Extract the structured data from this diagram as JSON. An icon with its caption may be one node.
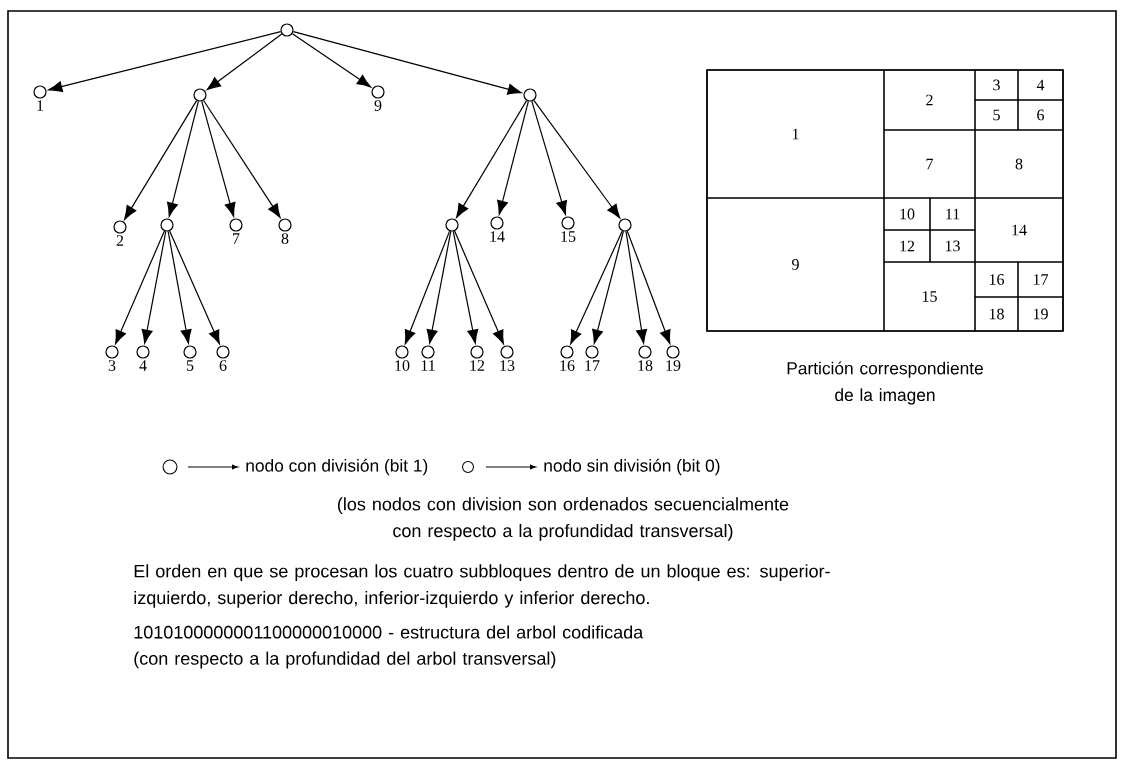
{
  "diagram": {
    "nodes": [
      {
        "text": [],
        "shape": "circle"
      },
      {
        "text": [
          "1"
        ]
      },
      {
        "text": [],
        "shape": "circle"
      },
      {
        "text": [
          "9"
        ]
      },
      {
        "text": [],
        "shape": "circle"
      },
      {
        "text": [
          "2"
        ]
      },
      {
        "text": [],
        "shape": "circle"
      },
      {
        "text": [
          "7"
        ]
      },
      {
        "text": [
          "8"
        ]
      },
      {
        "text": [],
        "shape": "circle"
      },
      {
        "text": [
          "14"
        ]
      },
      {
        "text": [
          "15"
        ]
      },
      {
        "text": [],
        "shape": "circle"
      },
      {
        "text": [
          "3"
        ]
      },
      {
        "text": [
          "4"
        ]
      },
      {
        "text": [
          "5"
        ]
      },
      {
        "text": [
          "6"
        ]
      },
      {
        "text": [
          "10"
        ]
      },
      {
        "text": [
          "11"
        ]
      },
      {
        "text": [
          "12"
        ]
      },
      {
        "text": [
          "13"
        ]
      },
      {
        "text": [
          "16"
        ]
      },
      {
        "text": [
          "17"
        ]
      },
      {
        "text": [
          "18"
        ]
      },
      {
        "text": [
          "19"
        ]
      },
      {
        "text": [],
        "shape": "box",
        "beside": [
          "Partición correspondiente de la imagen"
        ]
      },
      {
        "text": [
          "1"
        ],
        "in": 25
      },
      {
        "text": [
          "2"
        ],
        "in": 25
      },
      {
        "text": [
          "3"
        ],
        "in": 25
      },
      {
        "text": [
          "4"
        ],
        "in": 25
      },
      {
        "text": [
          "5"
        ],
        "in": 25
      },
      {
        "text": [
          "6"
        ],
        "in": 25
      },
      {
        "text": [
          "7"
        ],
        "in": 25
      },
      {
        "text": [
          "8"
        ],
        "in": 25
      },
      {
        "text": [
          "9"
        ],
        "in": 25
      },
      {
        "text": [
          "10"
        ],
        "in": 25
      },
      {
        "text": [
          "11"
        ],
        "in": 25
      },
      {
        "text": [
          "12"
        ],
        "in": 25
      },
      {
        "text": [
          "13"
        ],
        "in": 25
      },
      {
        "text": [
          "14"
        ],
        "in": 25
      },
      {
        "text": [
          "15"
        ],
        "in": 25
      },
      {
        "text": [
          "16"
        ],
        "in": 25
      },
      {
        "text": [
          "17"
        ],
        "in": 25
      },
      {
        "text": [
          "18"
        ],
        "in": 25
      },
      {
        "text": [
          "19"
        ],
        "in": 25
      }
    ],
    "edges": [
      {
        "from": 0,
        "to": 1,
        "arrow": "to"
      },
      {
        "from": 0,
        "to": 2,
        "arrow": "to"
      },
      {
        "from": 0,
        "to": 3,
        "arrow": "to"
      },
      {
        "from": 0,
        "to": 4,
        "arrow": "to"
      },
      {
        "from": 2,
        "to": 5,
        "arrow": "to"
      },
      {
        "from": 2,
        "to": 6,
        "arrow": "to"
      },
      {
        "from": 2,
        "to": 7,
        "arrow": "to"
      },
      {
        "from": 2,
        "to": 8,
        "arrow": "to"
      },
      {
        "from": 4,
        "to": 9,
        "arrow": "to"
      },
      {
        "from": 4,
        "to": 10,
        "arrow": "to"
      },
      {
        "from": 4,
        "to": 11,
        "arrow": "to"
      },
      {
        "from": 4,
        "to": 12,
        "arrow": "to"
      },
      {
        "from": 6,
        "to": 13,
        "arrow": "to"
      },
      {
        "from": 6,
        "to": 14,
        "arrow": "to"
      },
      {
        "from": 6,
        "to": 15,
        "arrow": "to"
      },
      {
        "from": 6,
        "to": 16,
        "arrow": "to"
      },
      {
        "from": 9,
        "to": 17,
        "arrow": "to"
      },
      {
        "from": 9,
        "to": 18,
        "arrow": "to"
      },
      {
        "from": 9,
        "to": 19,
        "arrow": "to"
      },
      {
        "from": 9,
        "to": 20,
        "arrow": "to"
      },
      {
        "from": 12,
        "to": 21,
        "arrow": "to"
      },
      {
        "from": 12,
        "to": 22,
        "arrow": "to"
      },
      {
        "from": 12,
        "to": 23,
        "arrow": "to"
      },
      {
        "from": 12,
        "to": 24,
        "arrow": "to"
      }
    ],
    "legend": [
      {
        "text": "nodo con división (bit 1)"
      },
      {
        "text": "nodo sin división (bit 0)"
      }
    ],
    "labels": [
      "(los nodos con division son ordenados secuencialmente con respecto a la profundidad transversal)",
      "El orden en que se procesan los cuatro subbloques dentro de un bloque es: superior-izquierdo, superior derecho, inferior-izquierdo y inferior derecho.",
      "1010100000001100000010000 - estructura del arbol codificada",
      "(con respecto a la profundidad del arbol transversal)"
    ]
  }
}
